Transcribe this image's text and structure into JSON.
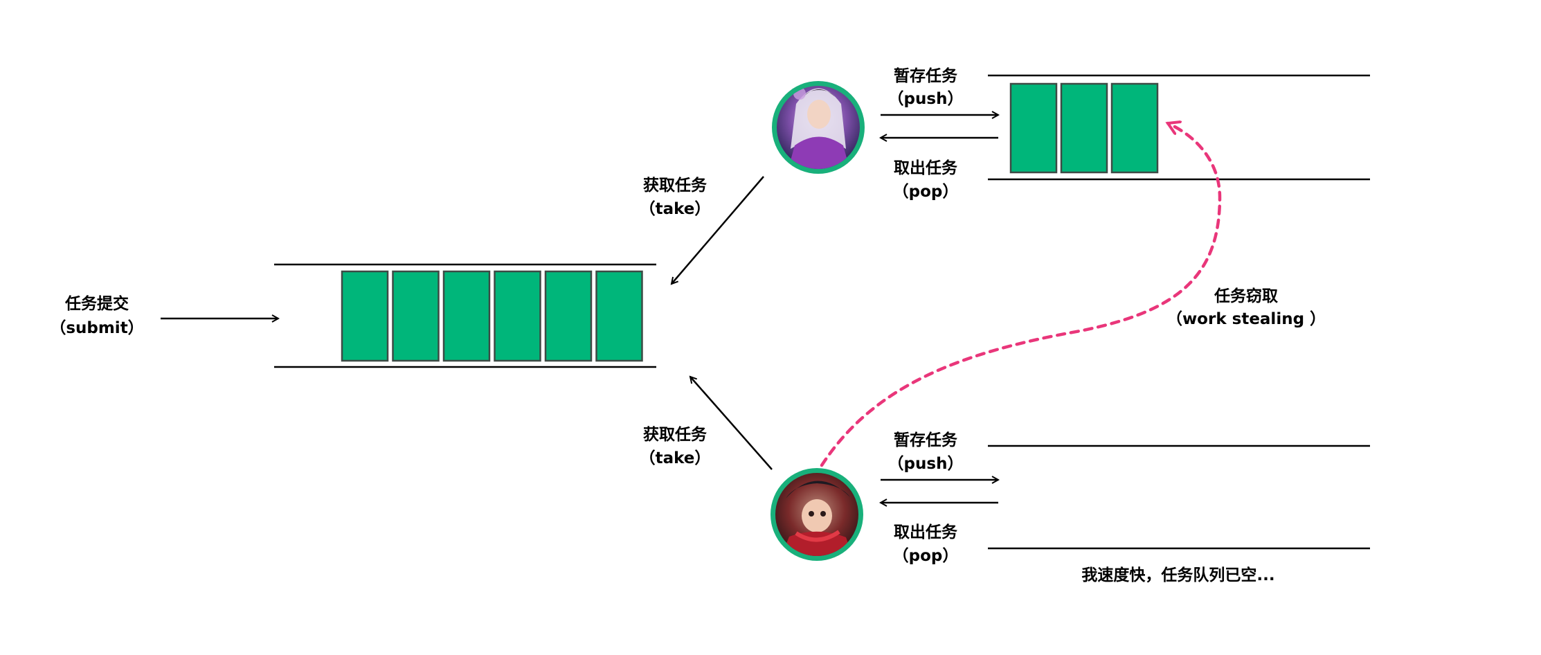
{
  "colors": {
    "task_fill": "#00B67A",
    "task_stroke": "#3d4a45",
    "worker_ring": "#19B07B",
    "steal_arrow": "#E9367A",
    "line": "#000000"
  },
  "submit": {
    "line1": "任务提交",
    "line2": "（submit）"
  },
  "global_queue": {
    "task_count": 6
  },
  "take_top": {
    "line1": "获取任务",
    "line2": "（take）"
  },
  "take_bottom": {
    "line1": "获取任务",
    "line2": "（take）"
  },
  "worker_top": {
    "avatar_icon": "hero-avatar-mage-icon",
    "push": {
      "line1": "暂存任务",
      "line2": "（push）"
    },
    "pop": {
      "line1": "取出任务",
      "line2": "（pop）"
    },
    "task_count": 3
  },
  "worker_bottom": {
    "avatar_icon": "hero-avatar-ninja-icon",
    "push": {
      "line1": "暂存任务",
      "line2": "（push）"
    },
    "pop": {
      "line1": "取出任务",
      "line2": "（pop）"
    },
    "task_count": 0,
    "note": "我速度快，任务队列已空..."
  },
  "steal": {
    "line1": "任务窃取",
    "line2": "（work stealing ）"
  }
}
